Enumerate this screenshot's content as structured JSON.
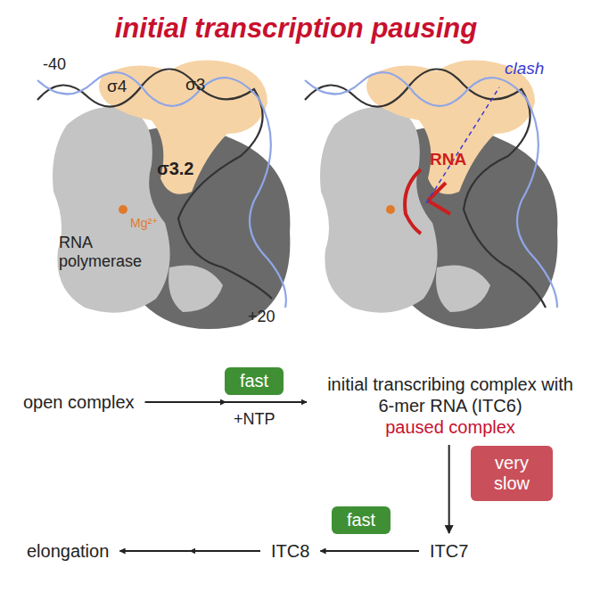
{
  "diagram": {
    "title": "initial transcription pausing",
    "nodes": [
      {
        "text": [
          "open complex"
        ]
      },
      {
        "text": [
          "initial transcribing complex with 6-mer RNA (ITC6)",
          "paused complex"
        ]
      },
      {
        "text": [
          "ITC7"
        ]
      },
      {
        "text": [
          "ITC8"
        ]
      },
      {
        "text": [
          "elongation"
        ]
      }
    ],
    "edges": [
      {
        "from": 0,
        "to": 1,
        "arrow": "to",
        "label": "fast"
      },
      {
        "from": 1,
        "to": 2,
        "arrow": "to",
        "label": "very slow"
      },
      {
        "from": 2,
        "to": 3,
        "arrow": "to",
        "label": "fast"
      },
      {
        "from": 3,
        "to": 4,
        "arrow": "to"
      }
    ],
    "labels": [
      "-40",
      "σ4",
      "σ3",
      "σ3.2",
      "RNA polymerase",
      "Mg²⁺",
      "+20",
      "clash",
      "RNA",
      "+NTP"
    ]
  }
}
